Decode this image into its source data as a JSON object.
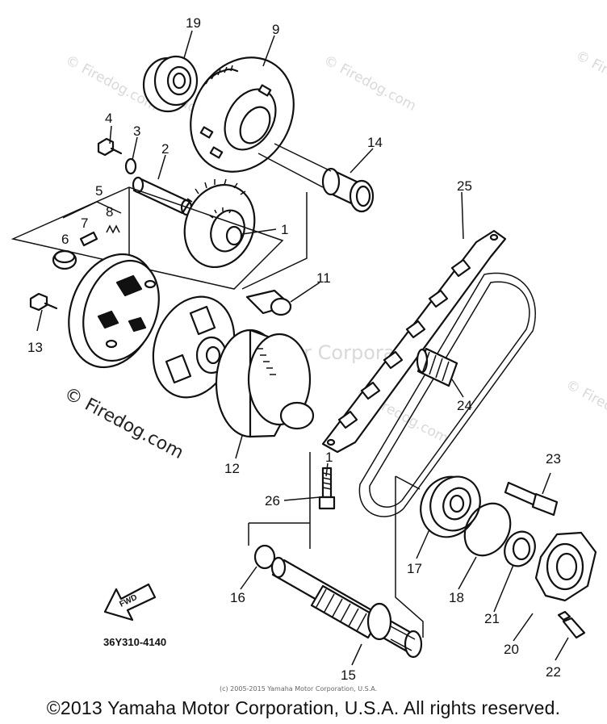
{
  "watermarks": {
    "firedog_1": "© Firedog.com",
    "firedog_2": "© Firedog.com",
    "firedog_3": "© Firedog.com",
    "firedog_4": "© Firedog.com",
    "firedog_5": "© Firedog.com",
    "firedog_6": "© Firedog.com",
    "firedog_main": "© Firedog.com",
    "center": "Yamaha Motor Corporation"
  },
  "callouts": {
    "c1": "1",
    "c2": "2",
    "c3": "3",
    "c4": "4",
    "c5": "5",
    "c6": "6",
    "c7": "7",
    "c8": "8",
    "c9": "9",
    "c11": "11",
    "c12": "12",
    "c13": "13",
    "c14": "14",
    "c15": "15",
    "c16": "16",
    "c17": "17",
    "c18": "18",
    "c19": "19",
    "c20": "20",
    "c21": "21",
    "c22": "22",
    "c23": "23",
    "c24": "24",
    "c25": "25",
    "c26": "26",
    "c1b": "1"
  },
  "fwd_label": "FWD",
  "part_code": "36Y310-4140",
  "small_copyright": "(c) 2005-2015 Yamaha Motor Corporation, U.S.A.",
  "footer": "©2013 Yamaha Motor Corporation, U.S.A. All rights reserved."
}
